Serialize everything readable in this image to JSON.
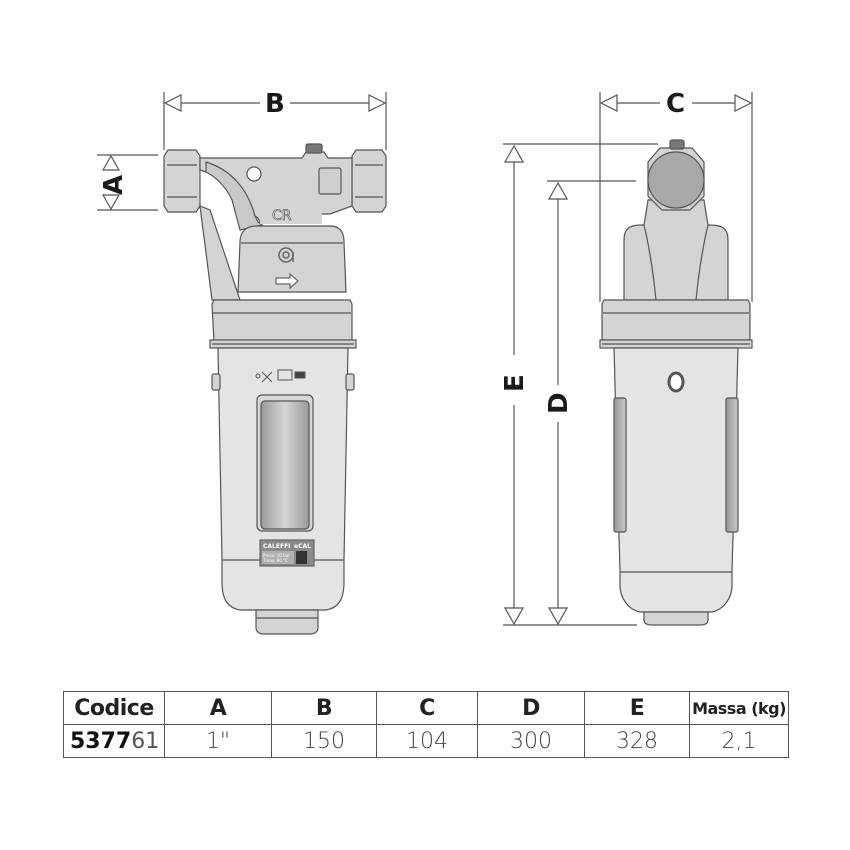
{
  "diagram": {
    "front_view": {
      "dim_labels": {
        "A": "A",
        "B": "B"
      },
      "body_marks": {
        "pressure_mark": "CR",
        "flow_arrow": "arrow-right-icon",
        "logo": "caleffi-logo-icon"
      },
      "label_plate": {
        "brand": "CALEFFI",
        "product": "eCAL",
        "line1": "Pmax: 10 bar",
        "line2": "Tmax: 90 °C"
      }
    },
    "side_view": {
      "dim_labels": {
        "C": "C",
        "D": "D",
        "E": "E"
      }
    }
  },
  "table": {
    "headers": [
      "Codice",
      "A",
      "B",
      "C",
      "D",
      "E",
      "Massa (kg)"
    ],
    "rows": [
      {
        "code_bold": "5377",
        "code_light": "61",
        "A": "1\"",
        "B": "150",
        "C": "104",
        "D": "300",
        "E": "328",
        "massa": "2,1"
      }
    ]
  },
  "colors": {
    "body": "#d4d4d4",
    "body_dark": "#b8b8b8",
    "outline": "#555555",
    "line": "#444444",
    "window": "#a8a8a8"
  }
}
